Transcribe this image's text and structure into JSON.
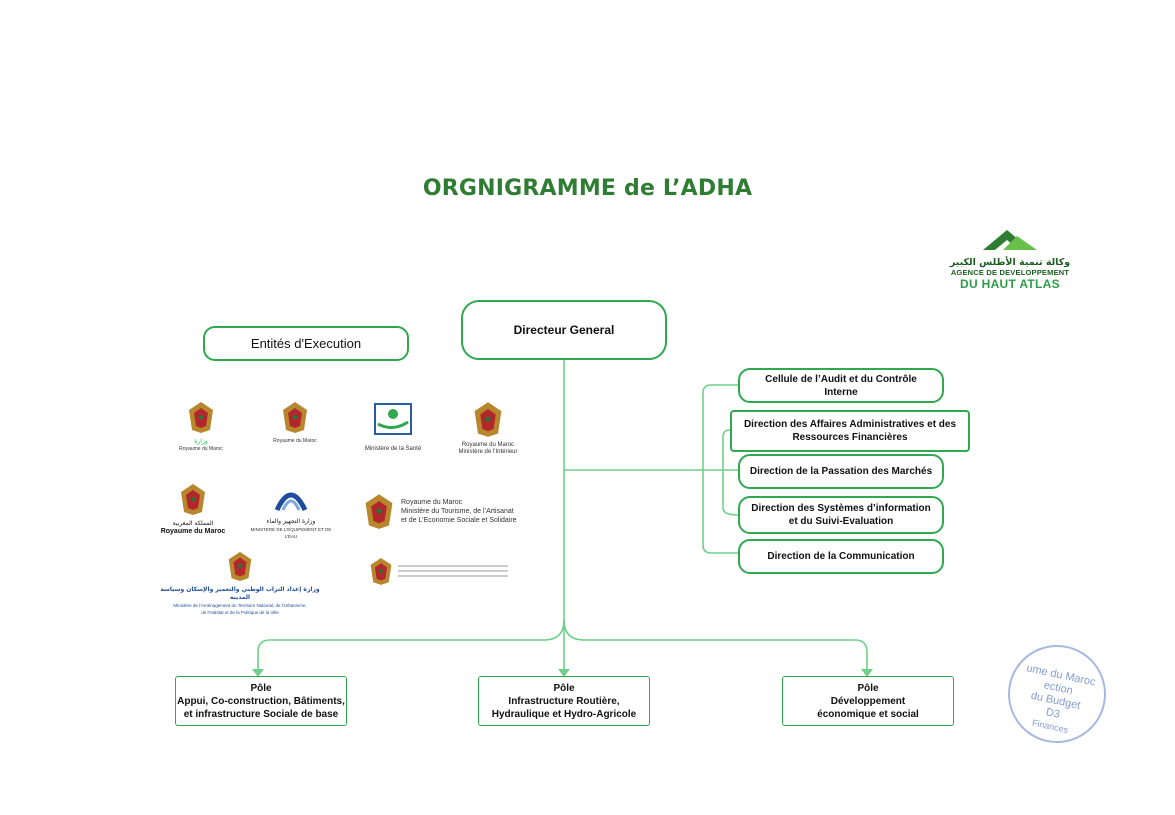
{
  "title": "ORGNIGRAMME de L’ADHA",
  "logo": {
    "arabic": "وكالة تنمية الأطلس الكبير",
    "line1": "AGENCE DE DEVELOPPEMENT",
    "line2": "DU HAUT ATLAS"
  },
  "entites_label": "Entités d'Execution",
  "director": "Directeur General",
  "side_units": [
    {
      "line1": "Cellule de l’Audit et du Contrôle Interne",
      "line2": ""
    },
    {
      "line1": "Direction des Affaires Administratives et des",
      "line2": "Ressources Financières"
    },
    {
      "line1": "Direction de la Passation des Marchés",
      "line2": ""
    },
    {
      "line1": "Direction des Systèmes d’information",
      "line2": "et du Suivi-Evaluation"
    },
    {
      "line1": "Direction de la Communication",
      "line2": ""
    }
  ],
  "poles": [
    {
      "line1": "Pôle",
      "line2": "Appui, Co-construction, Bâtiments,",
      "line3": "et infrastructure Sociale de base"
    },
    {
      "line1": "Pôle",
      "line2": "Infrastructure Routière,",
      "line3": "Hydraulique et Hydro-Agricole"
    },
    {
      "line1": "Pôle",
      "line2": "Développement",
      "line3": "économique et social"
    }
  ],
  "ministry_logos": {
    "sante": {
      "caption": "Ministère de la Santé"
    },
    "interieur": {
      "line1": "Royaume du Maroc",
      "line2": "Ministère de l’Intérieur"
    },
    "royaume": {
      "arabic": "المملكة المغربية",
      "caption": "Royaume du Maroc"
    },
    "equipement": {
      "arabic": "وزارة التجهيز والماء",
      "caption": "MINISTERE DE L'EQUIPEMENT ET DE L'EAU"
    },
    "tourisme": {
      "line1": "Royaume du Maroc",
      "line2": "Ministère du Tourisme, de l’Artisanat",
      "line3": "et de L’Economie Sociale et Solidaire"
    },
    "amenagement": {
      "arabic": "وزارة إعداد التراب الوطني والتعمير والإسكان وسياسة المدينة",
      "caption1": "Ministère de l'Aménagement du Territoire National, de l'Urbanisme,",
      "caption2": "de l'Habitat et de la Politique de la Ville"
    }
  },
  "stamp": {
    "line1": "ume du Maroc",
    "line2": "ection",
    "line3": "du Budget",
    "line4": "D3",
    "line4b": "Finances"
  },
  "colors": {
    "accent": "#2fa84f",
    "title": "#2e7d32"
  }
}
